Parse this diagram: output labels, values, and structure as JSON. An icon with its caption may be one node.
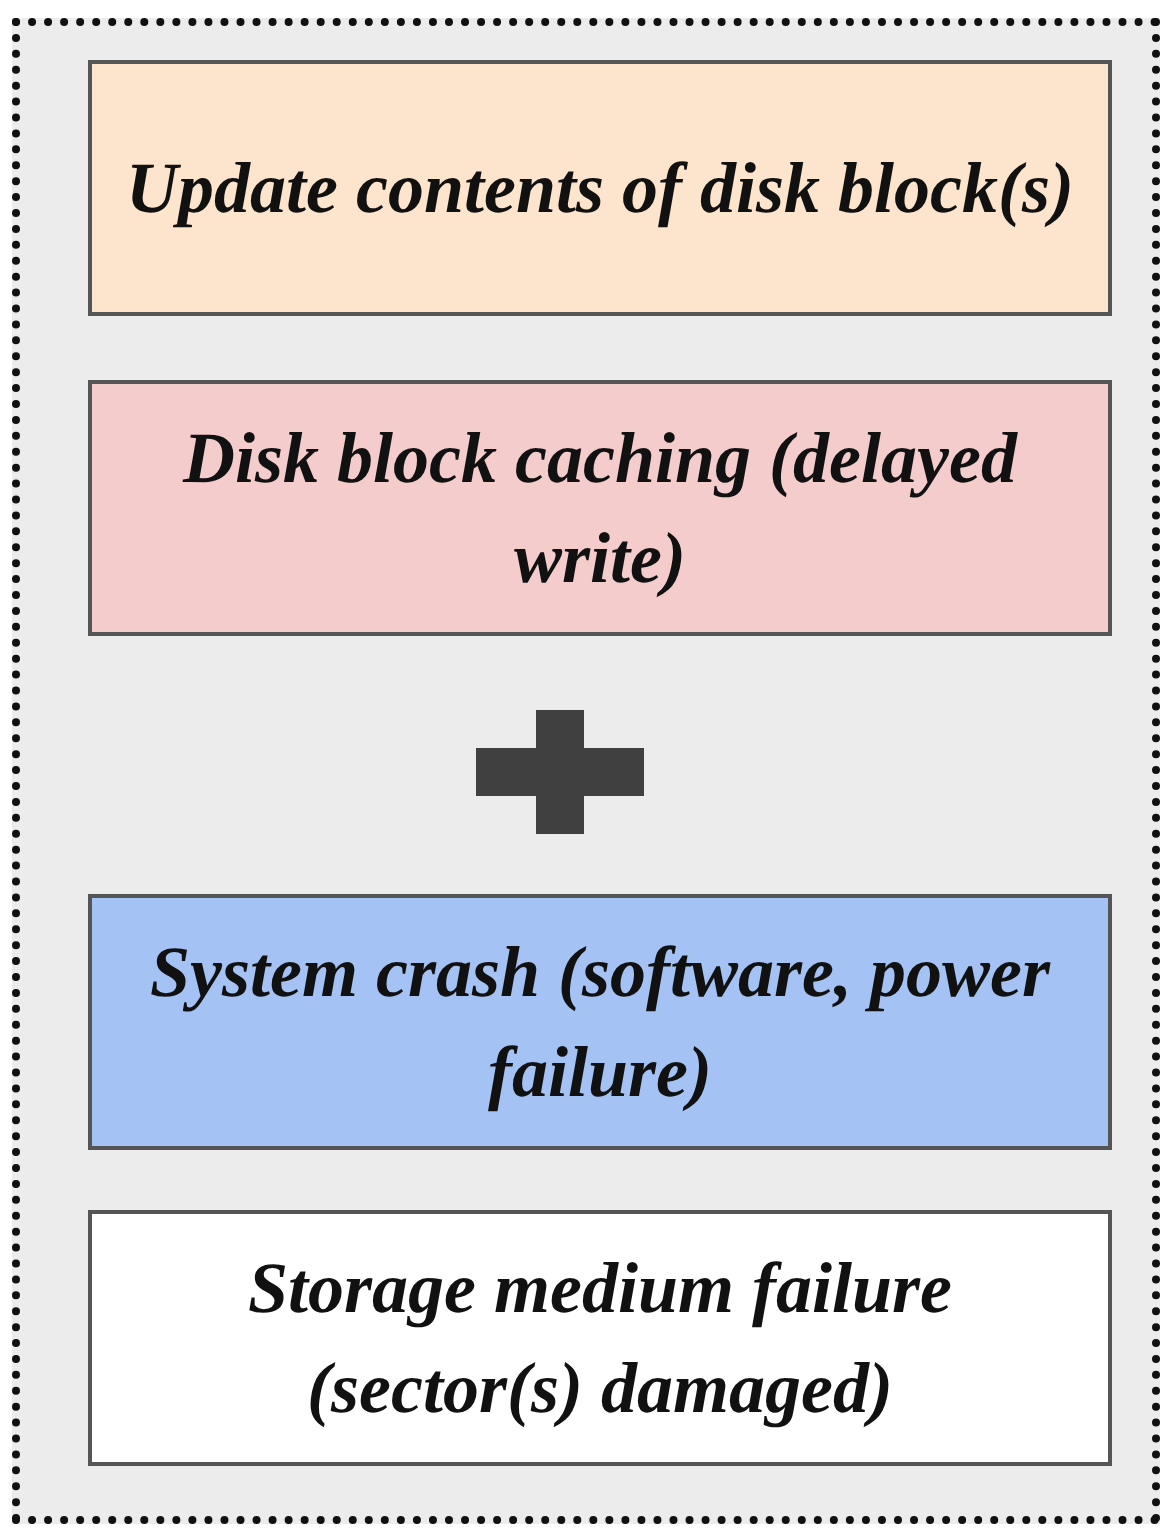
{
  "diagram": {
    "nodes": [
      {
        "text": [
          "Update contents of disk block(s)"
        ]
      },
      {
        "text": [
          "Disk block caching (delayed write)"
        ]
      },
      {
        "text": [
          "System crash (software, power failure)"
        ]
      },
      {
        "text": [
          "Storage medium failure (sector(s) damaged)"
        ]
      }
    ]
  }
}
